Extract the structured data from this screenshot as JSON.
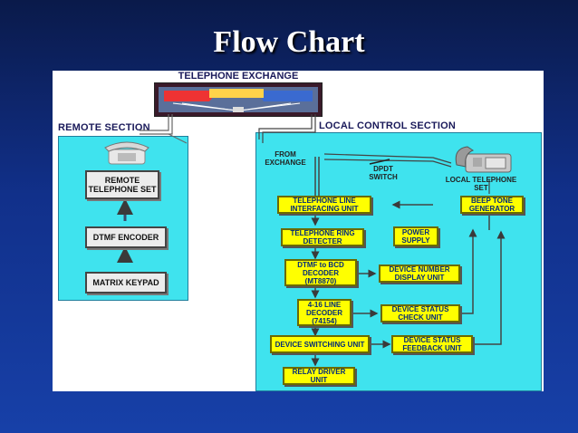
{
  "slide": {
    "title": "Flow Chart"
  },
  "exchange": {
    "label": "TELEPHONE EXCHANGE"
  },
  "remote": {
    "label": "REMOTE SECTION",
    "blocks": [
      "REMOTE TELEPHONE SET",
      "DTMF ENCODER",
      "MATRIX KEYPAD"
    ]
  },
  "local": {
    "label": "LOCAL CONTROL SECTION",
    "from_exchange": "FROM EXCHANGE",
    "dpdt_switch": "DPDT SWITCH",
    "local_phone": "LOCAL TELEPHONE SET",
    "blocks": {
      "line_interface": "TELEPHONE LINE INTERFACING UNIT",
      "beep_tone": "BEEP TONE GENERATOR",
      "ring_detector": "TELEPHONE RING DETECTER",
      "power_supply": "POWER SUPPLY",
      "dtmf_decoder": "DTMF to BCD DECODER (MT8870)",
      "device_number": "DEVICE NUMBER DISPLAY UNIT",
      "line_decoder": "4-16 LINE DECODER (74154)",
      "status_check": "DEVICE STATUS CHECK UNIT",
      "switching": "DEVICE SWITCHING UNIT",
      "status_feedback": "DEVICE STATUS FEEDBACK UNIT",
      "relay_driver": "RELAY DRIVER UNIT"
    }
  },
  "colors": {
    "panel": "#3fe3ee",
    "block": "#ffff00",
    "block_text": "#002a7a",
    "background": "#1740a8"
  }
}
